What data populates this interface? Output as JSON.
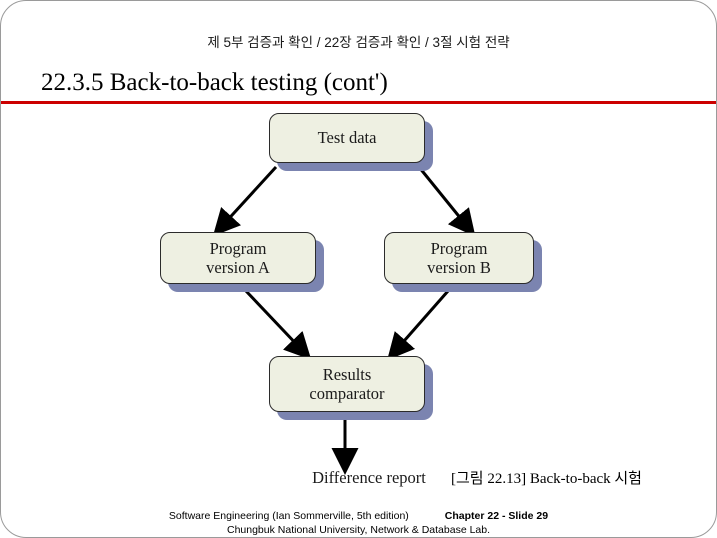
{
  "slide": {
    "breadcrumb": "제 5부 검증과 확인 / 22장 검증과 확인 / 3절 시험 전략",
    "title": "22.3.5 Back-to-back testing (cont')",
    "accent_color": "#cc0000",
    "node_fill": "#eef0e2",
    "node_shadow": "#7b84b0"
  },
  "diagram": {
    "nodes": [
      {
        "id": "test-data",
        "label": "Test data"
      },
      {
        "id": "program-version-a",
        "label": "Program\nversion A"
      },
      {
        "id": "program-version-b",
        "label": "Program\nversion B"
      },
      {
        "id": "results-comparator",
        "label": "Results\ncomparator"
      }
    ],
    "difference_report_label": "Difference report"
  },
  "figure_caption": "[그림 22.13] Back-to-back 시험",
  "footer": {
    "source": "Software Engineering (Ian Sommerville, 5th edition)",
    "chapter": "Chapter 22 - Slide 29",
    "affiliation": "Chungbuk National University, Network & Database Lab."
  }
}
